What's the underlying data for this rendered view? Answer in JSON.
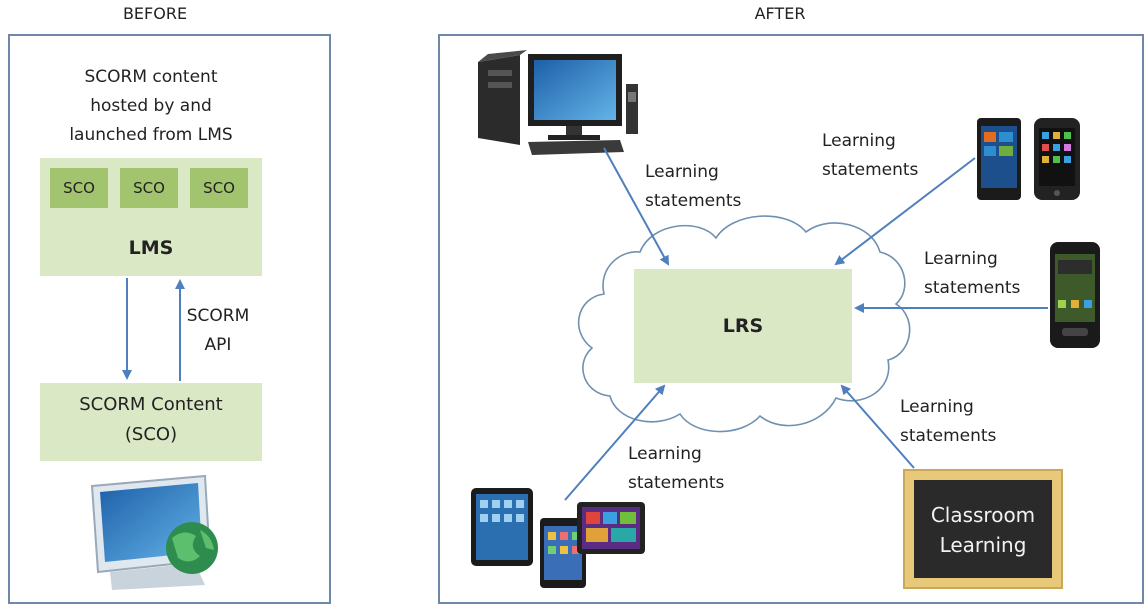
{
  "before": {
    "title": "BEFORE",
    "caption_lines": [
      "SCORM content",
      "hosted by and",
      "launched from LMS"
    ],
    "sco_labels": [
      "SCO",
      "SCO",
      "SCO"
    ],
    "lms_label": "LMS",
    "api_lines": [
      "SCORM",
      "API"
    ],
    "content_lines": [
      "SCORM Content",
      "(SCO)"
    ]
  },
  "after": {
    "title": "AFTER",
    "lrs_label": "LRS",
    "statement_line1": "Learning",
    "statement_line2": "statements",
    "classroom_lines": [
      "Classroom",
      "Learning"
    ]
  },
  "colors": {
    "panel_border": "#6f87a9",
    "box_fill": "#dbe8c5",
    "sco_fill": "#a2c46e",
    "arrow": "#4f7fbf",
    "cloud_stroke": "#7090b0",
    "chalkboard": "#2a2a2a",
    "chalk_frame": "#e8c979"
  },
  "icons": [
    "desktop-computer-icon",
    "smartphones-icon",
    "android-phone-icon",
    "tablets-icon",
    "chalkboard-icon",
    "monitor-globe-icon"
  ]
}
